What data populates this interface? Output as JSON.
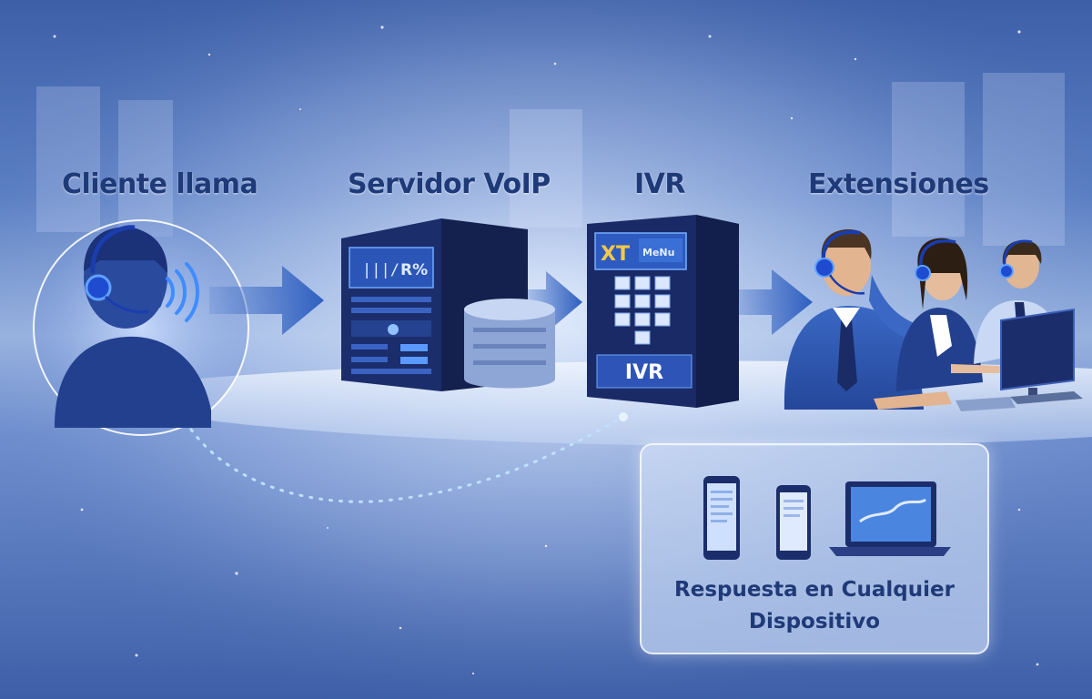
{
  "stages": [
    {
      "label": "Cliente llama"
    },
    {
      "label": "Servidor VoIP"
    },
    {
      "label": "IVR"
    },
    {
      "label": "Extensiones"
    }
  ],
  "server_screen": {
    "left": "|||/",
    "right": "R%"
  },
  "ivr_device": {
    "screen_left": "XT",
    "screen_right": "MeNu",
    "panel_label": "IVR"
  },
  "devices_caption": {
    "line1": "Respuesta en Cualquier",
    "line2": "Dispositivo"
  },
  "colors": {
    "label": "#1f3a78",
    "arrow": "#2f5fc0",
    "accent": "#4aa0ff"
  },
  "icons": [
    "headset-icon",
    "sound-waves-icon",
    "server-icon",
    "ivr-keypad-icon",
    "agent-icon",
    "smartphone-icon",
    "tablet-icon",
    "laptop-icon"
  ]
}
